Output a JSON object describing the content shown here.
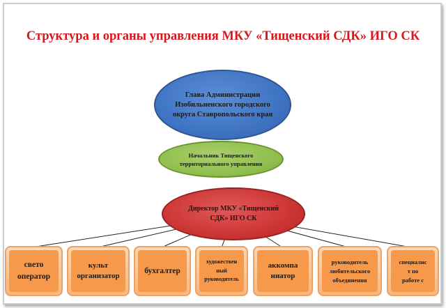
{
  "title": "Структура и органы управления МКУ «Тищенский СДК» ИГО СК",
  "nodes": {
    "head": "Глава Администрации Изобильненского городского округа Ставропольского края",
    "chief": "Начальник Тищенского территориального управления",
    "director": "Директор МКУ «Тищенский СДК» ИГО СК"
  },
  "staff": [
    {
      "id": "light-operator",
      "lines": [
        "свето",
        "оператор"
      ]
    },
    {
      "id": "cult-organizer",
      "lines": [
        "культ",
        "организатор"
      ]
    },
    {
      "id": "accountant",
      "lines": [
        "бухгалтер"
      ]
    },
    {
      "id": "art-director",
      "lines": [
        "художествен",
        "ный",
        "руководитель"
      ]
    },
    {
      "id": "accompanist",
      "lines": [
        "аккомпа",
        "ниатор"
      ]
    },
    {
      "id": "club-leader",
      "lines": [
        "руководитель",
        "любительского",
        "объединения"
      ]
    },
    {
      "id": "work-specialist",
      "lines": [
        "специалис",
        "т по",
        "работе с"
      ]
    }
  ]
}
